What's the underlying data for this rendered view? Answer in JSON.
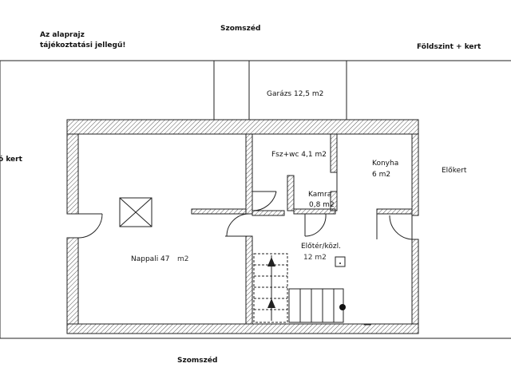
{
  "notice": {
    "line1": "Az alaprajz",
    "line2": "tájékoztatási jellegű!"
  },
  "level": "Földszint + kert",
  "neighbors": {
    "top": "Szomszéd",
    "bottom": "Szomszéd"
  },
  "gardens": {
    "left": "ó kert",
    "right": "Előkert"
  },
  "rooms": {
    "garage": "Garázs 12,5 m2",
    "wc": "Fsz+wc 4,1 m2",
    "kitchen_name": "Konyha",
    "kitchen_area": "6 m2",
    "pantry_name": "Kamra",
    "pantry_area": "0,8 m2",
    "hall_name": "Előtér/közl.",
    "hall_area": "12 m2",
    "living_name": "Nappali 47",
    "living_unit": "m2"
  }
}
